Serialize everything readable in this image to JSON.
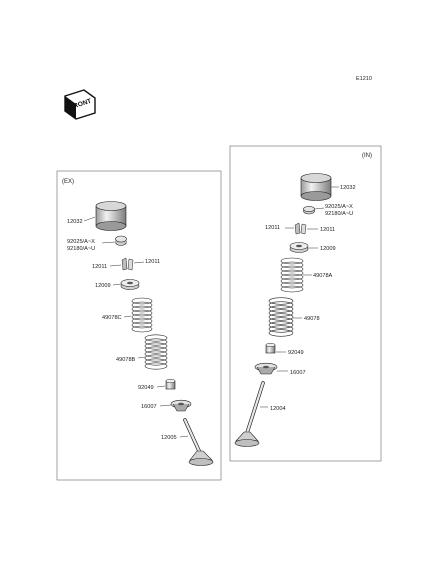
{
  "diagram": {
    "code": "E1210",
    "front_marker": "FRONT",
    "ex_panel": {
      "title": "(EX)",
      "labels": [
        "12032",
        "92025/A~X",
        "92180/A~U",
        "12011",
        "12011",
        "12009",
        "49078C",
        "49078B",
        "92049",
        "16007",
        "12005"
      ]
    },
    "in_panel": {
      "title": "(IN)",
      "labels": [
        "12032",
        "92025/A~X",
        "92180/A~U",
        "12011",
        "12011",
        "12009",
        "49078A",
        "49078",
        "92049",
        "16007",
        "12004"
      ]
    }
  }
}
